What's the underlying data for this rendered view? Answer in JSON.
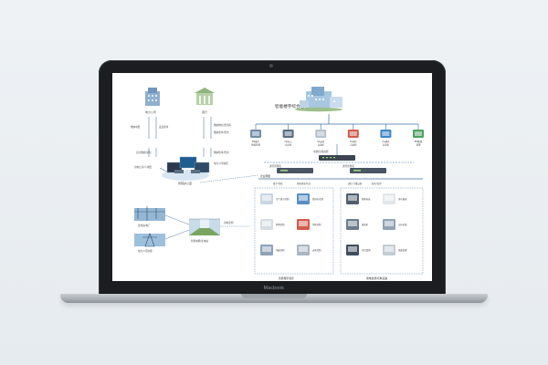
{
  "device": {
    "brand": "Macbook"
  },
  "diagram": {
    "title": "智能楼宇综合管理系统",
    "left": {
      "power_company": "电力公司",
      "bank": "银行",
      "edge_ul": "缴纳电费",
      "edge_ur": "发送账单",
      "edge_rl": "缴纳物业/费用等",
      "edge_rr": "缴纳账单/费用",
      "edge_mid_l": "实时数据/通知",
      "edge_mid_r": "缴纳账单/费用",
      "office": "智慧办公室",
      "edge_office_ll": "用电记录/与电费",
      "edge_office_lr": "电力公司电费",
      "station_label": "变电站/电厂",
      "meter_label": "电力公司终端",
      "substation_label": "智能电网/变电站",
      "conn_label": "用电监测"
    },
    "top_systems": [
      {
        "label": "BA楼宇\n智能控制"
      },
      {
        "label": "OA办公\n自动化"
      },
      {
        "label": "SA安防\n自动化"
      },
      {
        "label": "FA消防\n自动化"
      },
      {
        "label": "CA通讯\n自动化"
      },
      {
        "label": "EM能源\n管理"
      }
    ],
    "network": {
      "switch_label": "交换机/路由器",
      "gw_left": "通讯管理机",
      "gw_right": "通讯管理机",
      "bus_label": "企业网络",
      "sub_left_a": "楼宇/智能",
      "sub_left_b": "智能终端/协议",
      "sub_right_a": "通信/计量设备",
      "sub_right_b": "配电/监测"
    },
    "left_panel": {
      "items": [
        "空气调节控制",
        "给排水控制",
        "照明控制",
        "消防控制",
        "电梯控制",
        "安防控制"
      ],
      "caption": "智能楼宇监控"
    },
    "right_panel": {
      "items": [
        "智能电表",
        "多功能表",
        "配电柜",
        "无功补偿",
        "电力监测",
        "谐波治理"
      ],
      "caption": "用电监测/控制设备"
    }
  }
}
